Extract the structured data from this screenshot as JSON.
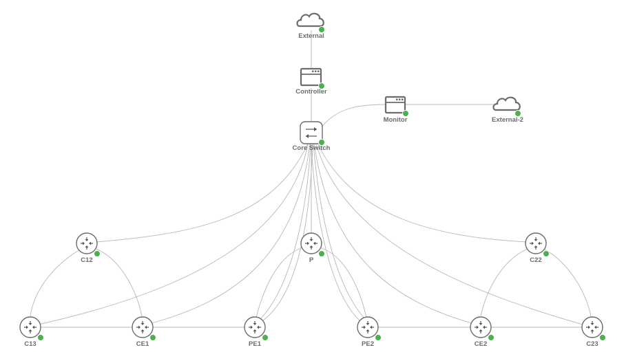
{
  "colors": {
    "link": "#b7b7b7",
    "node_stroke": "#6b6b6b",
    "label": "#6b6b6b",
    "status_ok": "#4caf50",
    "background": "#ffffff"
  },
  "nodes": {
    "external": {
      "label": "External",
      "type": "cloud",
      "icon": "cloud-icon",
      "status": "running"
    },
    "external2": {
      "label": "External-2",
      "type": "cloud",
      "icon": "cloud-icon",
      "status": "running"
    },
    "controller": {
      "label": "Controller",
      "type": "server",
      "icon": "server-icon",
      "status": "running"
    },
    "monitor": {
      "label": "Monitor",
      "type": "server",
      "icon": "server-icon",
      "status": "running"
    },
    "core": {
      "label": "Core Switch",
      "type": "switch",
      "icon": "switch-icon",
      "status": "running"
    },
    "c12": {
      "label": "C12",
      "type": "router",
      "icon": "router-icon",
      "status": "running"
    },
    "p": {
      "label": "P",
      "type": "router",
      "icon": "router-icon",
      "status": "running"
    },
    "c22": {
      "label": "C22",
      "type": "router",
      "icon": "router-icon",
      "status": "running"
    },
    "c13": {
      "label": "C13",
      "type": "router",
      "icon": "router-icon",
      "status": "running"
    },
    "ce1": {
      "label": "CE1",
      "type": "router",
      "icon": "router-icon",
      "status": "running"
    },
    "pe1": {
      "label": "PE1",
      "type": "router",
      "icon": "router-icon",
      "status": "running"
    },
    "pe2": {
      "label": "PE2",
      "type": "router",
      "icon": "router-icon",
      "status": "running"
    },
    "ce2": {
      "label": "CE2",
      "type": "router",
      "icon": "router-icon",
      "status": "running"
    },
    "c23": {
      "label": "C23",
      "type": "router",
      "icon": "router-icon",
      "status": "running"
    }
  },
  "links": [
    [
      "external",
      "controller"
    ],
    [
      "controller",
      "core"
    ],
    [
      "core",
      "monitor"
    ],
    [
      "monitor",
      "external2"
    ],
    [
      "core",
      "c12"
    ],
    [
      "core",
      "c13"
    ],
    [
      "core",
      "ce1"
    ],
    [
      "core",
      "pe1"
    ],
    [
      "core",
      "pe1"
    ],
    [
      "core",
      "p"
    ],
    [
      "core",
      "pe2"
    ],
    [
      "core",
      "pe2"
    ],
    [
      "core",
      "ce2"
    ],
    [
      "core",
      "c22"
    ],
    [
      "core",
      "c23"
    ],
    [
      "c12",
      "c13"
    ],
    [
      "c12",
      "ce1"
    ],
    [
      "c13",
      "ce1"
    ],
    [
      "ce1",
      "pe1"
    ],
    [
      "p",
      "pe1"
    ],
    [
      "p",
      "pe2"
    ],
    [
      "pe2",
      "ce2"
    ],
    [
      "ce2",
      "c23"
    ],
    [
      "c22",
      "ce2"
    ],
    [
      "c22",
      "c23"
    ]
  ]
}
